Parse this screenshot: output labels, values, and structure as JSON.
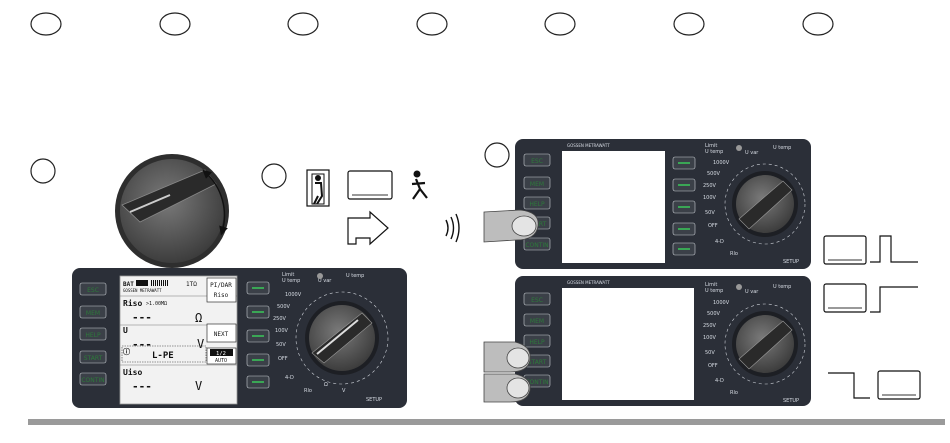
{
  "callouts": [
    "",
    "",
    "",
    "",
    "",
    "",
    ""
  ],
  "panel": {
    "brand": "GOSSEN METRAWATT",
    "left_buttons": [
      "ESC",
      "MEM",
      "HELP",
      "START",
      "CONTIN"
    ],
    "indicator": {
      "l1": "Limit",
      "l2": "U temp"
    },
    "dial": {
      "top": "U temp",
      "tv": "U var",
      "labels": [
        "1000V",
        "500V",
        "250V",
        "100V",
        "50V",
        "OFF",
        "4-D",
        "Rlo",
        "Ω",
        "V"
      ],
      "setup": "SETUP"
    }
  },
  "lcd": {
    "bat": "BAT",
    "range": "1TΩ",
    "mode1": "PI/DAR",
    "mode2": "Riso",
    "riso_label": "Riso",
    "riso_range": ">1.00MΩ",
    "riso_value": "---",
    "riso_unit": "Ω",
    "u_label": "U",
    "u_value": "---",
    "u_unit": "V",
    "next": "NEXT",
    "conn": "L-PE",
    "page": "1/2",
    "auto": "AUTO",
    "uiso_label": "Uiso",
    "uiso_value": "---",
    "uiso_unit": "V"
  },
  "colors": {
    "panel": "#2b2f38",
    "button_green": "#3aa655",
    "footer_bar": "#9a9a9a",
    "knob": "#555555"
  }
}
